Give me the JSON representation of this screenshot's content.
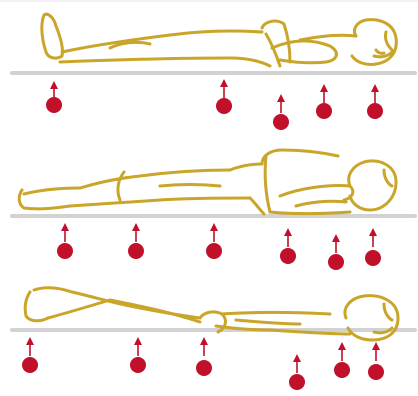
{
  "colors": {
    "background": "#ffffff",
    "figure_outline": "#c9a52a",
    "surface_line": "#d2d2d2",
    "pressure_marker": "#c0102a",
    "arrow": "#c0102a"
  },
  "illustration": {
    "panels": [
      {
        "id": "panel-1",
        "icon": "reclining-figure-knees-raised",
        "marker_count": 5
      },
      {
        "id": "panel-2",
        "icon": "side-lying-figure",
        "marker_count": 6
      },
      {
        "id": "panel-3",
        "icon": "supine-figure-knee-up",
        "marker_count": 6
      }
    ]
  }
}
